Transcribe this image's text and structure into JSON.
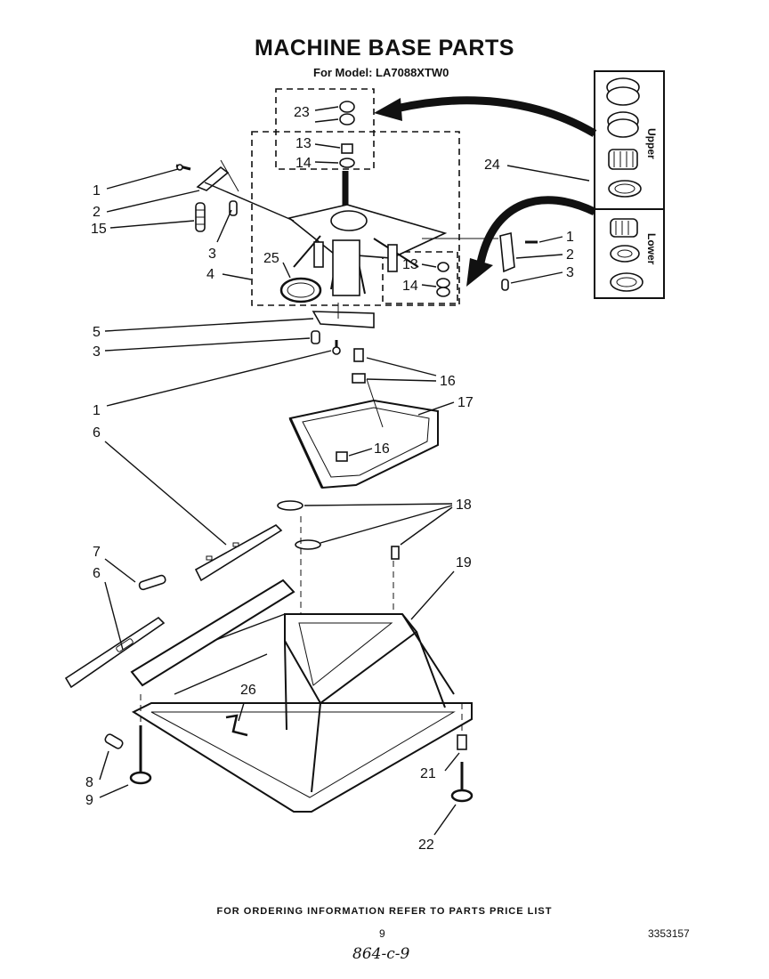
{
  "title": "MACHINE BASE PARTS",
  "subtitle": "For Model: LA7088XTW0",
  "footer_note": "FOR ORDERING INFORMATION REFER TO PARTS PRICE LIST",
  "page_number": "9",
  "document_number": "3353157",
  "handwritten_note": "864-c-9",
  "bearing_kit": {
    "upper_label": "Upper",
    "lower_label": "Lower"
  },
  "callouts": {
    "c1a": "1",
    "c2a": "2",
    "c15": "15",
    "c3a": "3",
    "c4": "4",
    "c25": "25",
    "c23": "23",
    "c13a": "13",
    "c14a": "14",
    "c24": "24",
    "c1b": "1",
    "c2b": "2",
    "c3b": "3",
    "c13b": "13",
    "c14b": "14",
    "c5": "5",
    "c3c": "3",
    "c1c": "1",
    "c16a": "16",
    "c16b": "16",
    "c17": "17",
    "c6a": "6",
    "c7": "7",
    "c6b": "6",
    "c18": "18",
    "c19": "19",
    "c26": "26",
    "c8": "8",
    "c9": "9",
    "c21": "21",
    "c22": "22"
  }
}
